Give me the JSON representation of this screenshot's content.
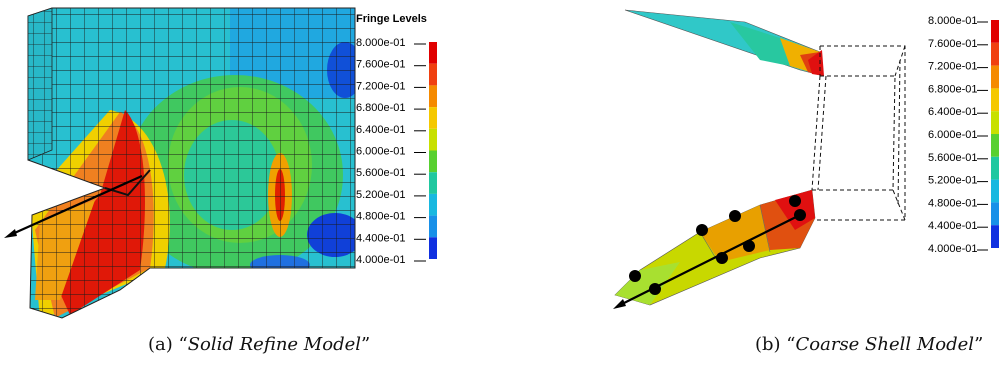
{
  "left_panel": {
    "legend_title": "Fringe Levels",
    "levels": [
      "8.000e-01",
      "7.600e-01",
      "7.200e-01",
      "6.800e-01",
      "6.400e-01",
      "6.000e-01",
      "5.600e-01",
      "5.200e-01",
      "4.800e-01",
      "4.400e-01",
      "4.000e-01"
    ]
  },
  "right_panel": {
    "levels": [
      "8.000e-01",
      "7.600e-01",
      "7.200e-01",
      "6.800e-01",
      "6.400e-01",
      "6.000e-01",
      "5.600e-01",
      "5.200e-01",
      "4.800e-01",
      "4.400e-01",
      "4.000e-01"
    ]
  },
  "legend_colors": [
    "#e00000",
    "#f04010",
    "#f58a00",
    "#f5c800",
    "#c8e000",
    "#58d030",
    "#20c8a0",
    "#18b8e0",
    "#1890e8",
    "#1030e0"
  ],
  "captions": {
    "a_label": "(a) “",
    "a_model": "Solid Refine Model",
    "a_end": "”",
    "b_label": "(b) “",
    "b_model": "Coarse Shell Model",
    "b_end": "”"
  }
}
